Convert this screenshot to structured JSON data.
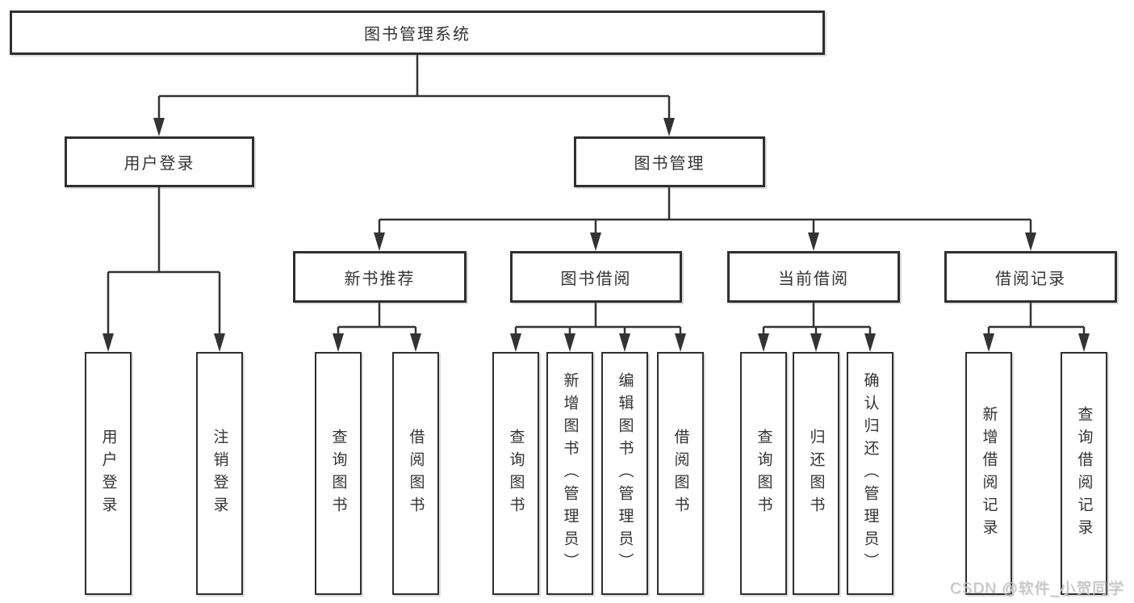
{
  "tree": {
    "label": "图书管理系统",
    "children": [
      {
        "label": "用户登录",
        "children": [
          {
            "label": "用户登录"
          },
          {
            "label": "注销登录"
          }
        ]
      },
      {
        "label": "图书管理",
        "children": [
          {
            "label": "新书推荐",
            "children": [
              {
                "label": "查询图书"
              },
              {
                "label": "借阅图书"
              }
            ]
          },
          {
            "label": "图书借阅",
            "children": [
              {
                "label": "查询图书"
              },
              {
                "label": "新增图书（管理员）"
              },
              {
                "label": "编辑图书（管理员）"
              },
              {
                "label": "借阅图书"
              }
            ]
          },
          {
            "label": "当前借阅",
            "children": [
              {
                "label": "查询图书"
              },
              {
                "label": "归还图书"
              },
              {
                "label": "确认归还（管理员）"
              }
            ]
          },
          {
            "label": "借阅记录",
            "children": [
              {
                "label": "新增借阅记录"
              },
              {
                "label": "查询借阅记录"
              }
            ]
          }
        ]
      }
    ]
  },
  "watermark": {
    "text": "CSDN @软件_小贺同学"
  },
  "colors": {
    "background": "#ffffff",
    "line": "#333333",
    "box_border": "#2f2f2f",
    "text": "#333333",
    "watermark": "#c6c6c6"
  }
}
